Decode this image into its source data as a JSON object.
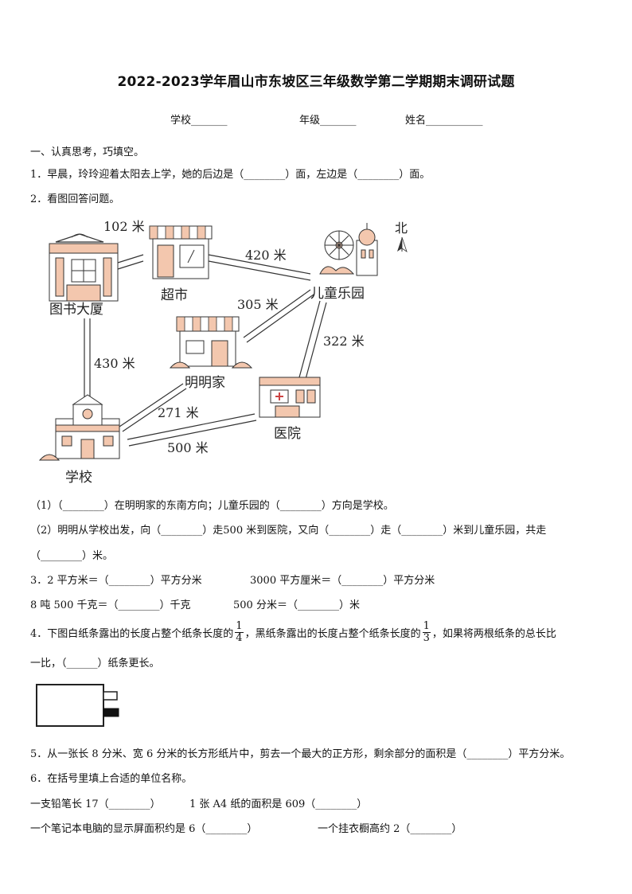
{
  "title": "2022-2023学年眉山市东坡区三年级数学第二学期期末调研试题",
  "info": {
    "school_label": "学校",
    "school_blank": "_______",
    "grade_label": "年级",
    "grade_blank": "_______",
    "name_label": "姓名",
    "name_blank": "___________"
  },
  "section1": {
    "heading": "一、认真思考，巧填空。",
    "q1": "1．早晨，玲玲迎着太阳去上学，她的后边是（________）面，左边是（________）面。",
    "q2": "2．看图回答问题。",
    "map": {
      "north": "北",
      "places": {
        "library": "图书大厦",
        "supermarket": "超市",
        "park": "儿童乐园",
        "home": "明明家",
        "hospital": "医院",
        "school": "学校"
      },
      "distances": {
        "library_supermarket": "102 米",
        "supermarket_park": "420 米",
        "home_park": "305 米",
        "park_hospital": "322 米",
        "library_school": "430 米",
        "school_home": "271 米",
        "school_hospital": "500 米"
      }
    },
    "q2_1": "（1）（________）在明明家的东南方向；儿童乐园的（________）方向是学校。",
    "q2_2a": "（2）明明从学校出发，向（________）走500 米到医院，又向（________）走（________）米到儿童乐园，共走",
    "q2_2b": "（________）米。",
    "q3_a": "3．2 平方米＝（________）平方分米",
    "q3_b": "3000 平方厘米＝（________）平方分米",
    "q3_c": "8 吨 500 千克＝（________）千克",
    "q3_d": "500 分米＝（________）米",
    "q4_part1": "4．下图白纸条露出的长度占整个纸条长度的",
    "q4_frac1_num": "1",
    "q4_frac1_den": "4",
    "q4_part2": "，黑纸条露出的长度占整个纸条长度的",
    "q4_frac2_num": "1",
    "q4_frac2_den": "3",
    "q4_part3": "，如果将两根纸条的总长比",
    "q4_line2": "一比，（______）纸条更长。",
    "q5": "5．从一张长 8 分米、宽 6 分米的长方形纸片中，剪去一个最大的正方形，剩余部分的面积是（________）平方分米。",
    "q6": "6．在括号里填上合适的单位名称。",
    "q6_a": "一支铅笔长 17（________）",
    "q6_b": "1 张 A4 纸的面积是 609（________）",
    "q6_c": "一个笔记本电脑的显示屏面积约是 6（________）",
    "q6_d": "一个挂衣橱高约 2（________）"
  }
}
